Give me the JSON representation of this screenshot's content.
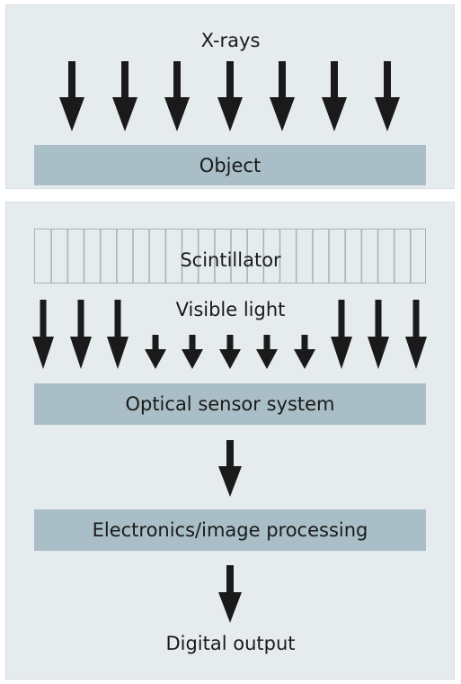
{
  "diagram": {
    "top_label": "X-rays",
    "object_label": "Object",
    "scintillator_label": "Scintillator",
    "visible_light_label": "Visible light",
    "sensor_label": "Optical sensor system",
    "electronics_label": "Electronics/image processing",
    "output_label": "Digital output",
    "colors": {
      "panel_bg": "#e6ebee",
      "bar_fill": "#a9bec7",
      "arrow": "#1a1a1a",
      "scintillator_stroke": "#9fb4bd"
    }
  }
}
